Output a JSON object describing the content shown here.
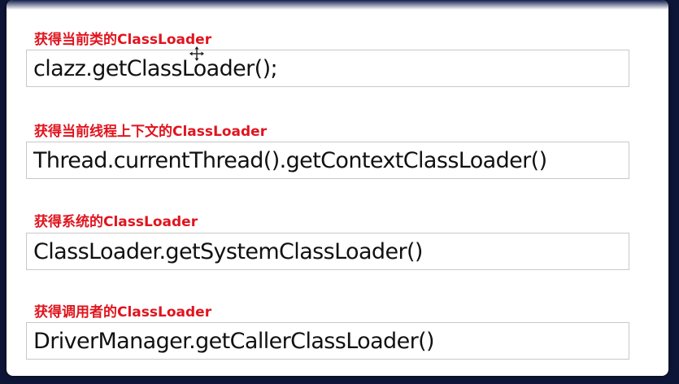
{
  "sections": [
    {
      "label": "获得当前类的ClassLoader",
      "code": "clazz.getClassLoader();"
    },
    {
      "label": "获得当前线程上下文的ClassLoader",
      "code": "Thread.currentThread().getContextClassLoader()"
    },
    {
      "label": "获得系统的ClassLoader",
      "code": "ClassLoader.getSystemClassLoader()"
    },
    {
      "label": "获得调用者的ClassLoader",
      "code": "DriverManager.getCallerClassLoader()"
    }
  ],
  "colors": {
    "label": "#e0141e",
    "background": "#0e1638",
    "panel": "#ffffff"
  },
  "icons": {
    "cursor": "move-cursor-icon"
  }
}
